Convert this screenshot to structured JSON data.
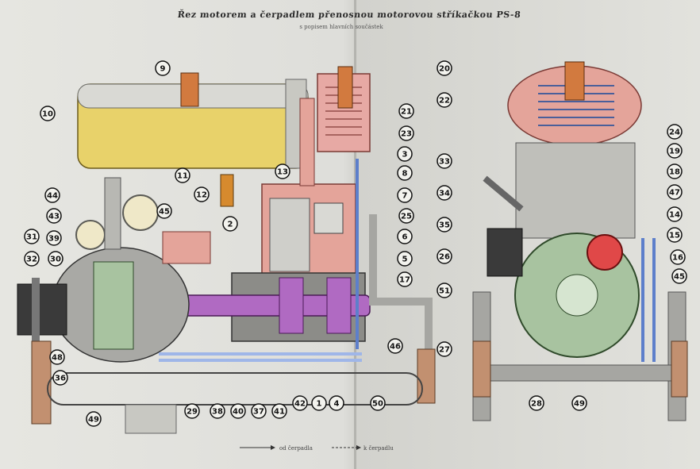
{
  "header": {
    "title": "Řez motorem a čerpadlem přenosnou motorovou stříkačkou PS-8",
    "subtitle": "s popisem hlavních součástek"
  },
  "legend": {
    "flow_from_pump": "od čerpadla",
    "flow_to_pump": "k čerpadlu"
  },
  "left_view_callouts": [
    "9",
    "10",
    "11",
    "12",
    "13",
    "2",
    "3",
    "8",
    "7",
    "6",
    "5",
    "17",
    "1",
    "4",
    "20",
    "21",
    "23",
    "25",
    "44",
    "43",
    "45",
    "31",
    "39",
    "32",
    "30",
    "48",
    "36",
    "49",
    "29",
    "38",
    "40",
    "37",
    "41",
    "42",
    "46",
    "50"
  ],
  "right_view_callouts": [
    "22",
    "24",
    "19",
    "18",
    "47",
    "14",
    "15",
    "16",
    "45",
    "33",
    "34",
    "35",
    "26",
    "51",
    "27",
    "28",
    "49"
  ],
  "colors": {
    "tank_yellow": "#e8d26a",
    "cylinder_red": "#e4a49a",
    "shaft_purple": "#b06ac2",
    "pump_green": "#a8c3a0",
    "frame_grey": "#a6a6a2",
    "pipe_blue": "#5d7fcb",
    "leg_brown": "#c29070"
  }
}
